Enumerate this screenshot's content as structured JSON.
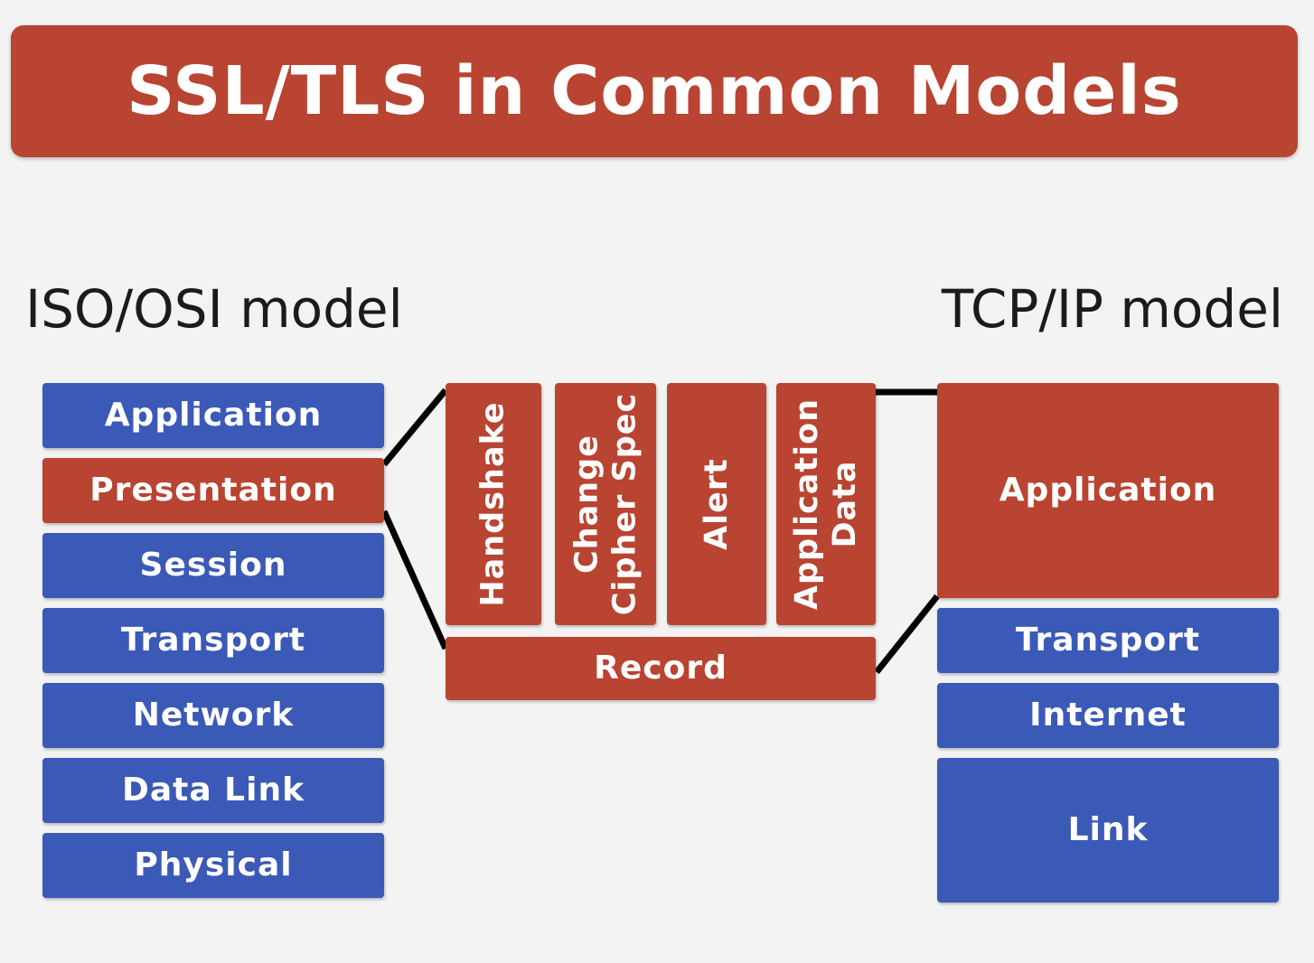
{
  "title": "SSL/TLS in Common Models",
  "osi": {
    "heading": "ISO/OSI model",
    "layers": [
      "Application",
      "Presentation",
      "Session",
      "Transport",
      "Network",
      "Data Link",
      "Physical"
    ]
  },
  "tcpip": {
    "heading": "TCP/IP model",
    "layers": [
      "Application",
      "Transport",
      "Internet",
      "Link"
    ]
  },
  "tls": {
    "protocols": [
      {
        "line1": "Handshake",
        "line2": ""
      },
      {
        "line1": "Change",
        "line2": "Cipher Spec"
      },
      {
        "line1": "Alert",
        "line2": ""
      },
      {
        "line1": "Application",
        "line2": "Data"
      }
    ],
    "record": "Record"
  },
  "colors": {
    "red": "#b84431",
    "blue": "#3b59b7",
    "background": "#f3f3f3"
  }
}
